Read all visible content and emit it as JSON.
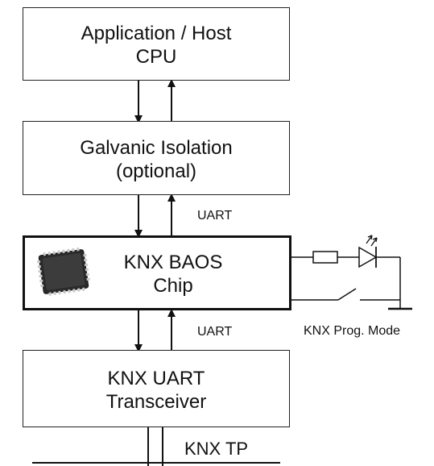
{
  "blocks": {
    "host": {
      "line1": "Application / Host",
      "line2": "CPU"
    },
    "isolation": {
      "line1": "Galvanic Isolation",
      "line2": "(optional)"
    },
    "baos": {
      "line1": "KNX BAOS",
      "line2": "Chip",
      "chip_icon": "qfn-chip-icon"
    },
    "transceiver": {
      "line1": "KNX UART",
      "line2": "Transceiver"
    }
  },
  "labels": {
    "uart_upper": "UART",
    "uart_lower": "UART",
    "prog_mode": "KNX Prog. Mode",
    "bus": "KNX TP"
  }
}
